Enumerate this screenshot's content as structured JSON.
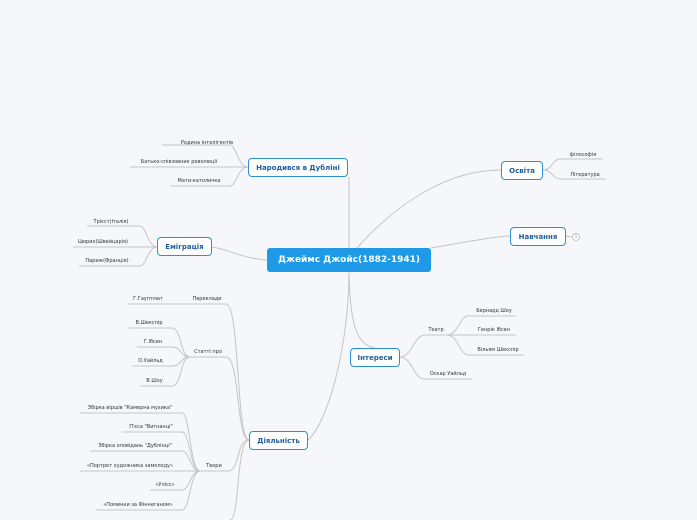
{
  "colors": {
    "accent": "#1e9ae8",
    "link": "#c4c4c4",
    "main_text": "#1f5f9c",
    "background": "#f6f7fb"
  },
  "root": {
    "label": "Джеймс Джойс(1882-1941)"
  },
  "branches": {
    "born": {
      "label": "Народився в Дубліні"
    },
    "emigration": {
      "label": "Еміграція"
    },
    "activity": {
      "label": "Діяльність"
    },
    "education": {
      "label": "Освіта"
    },
    "study": {
      "label": "Навчання",
      "collapsed_count": "1"
    },
    "interests": {
      "label": "Інтереси"
    }
  },
  "born_items": [
    "Родина інтелігентів",
    "Батько-співзовник революції",
    "Мати-католичка"
  ],
  "emigration_items": [
    "Трієст(Італія)",
    "Цюрих(Швейцарія)",
    "Париж(Франція)"
  ],
  "education_items": [
    "філософія",
    "Література"
  ],
  "activity": {
    "translations": {
      "label": "Переклади",
      "items": [
        "Г.Гауптмат"
      ]
    },
    "articles": {
      "label": "Статті про",
      "items": [
        "В.Шекспір",
        "Г.Ібсен",
        "О.Уайльд",
        "В.Шоу"
      ]
    },
    "works": {
      "label": "Твори",
      "items": [
        "Збірка віршів \"Камерна музика\"",
        "П'єса \"Вигнанці\"",
        "Збірка оповідань \"Дублінці\"",
        "«Портрет художника замолоду»",
        "«Улісс»",
        "«Поминки за Фіннеганом»"
      ]
    }
  },
  "interests": {
    "theatre": {
      "label": "Театр",
      "items": [
        "Бернард Шоу",
        "Генрік Ібсен",
        "Вільям Шекспір"
      ]
    },
    "wilde": {
      "label": "Оскар Уайльд"
    }
  }
}
